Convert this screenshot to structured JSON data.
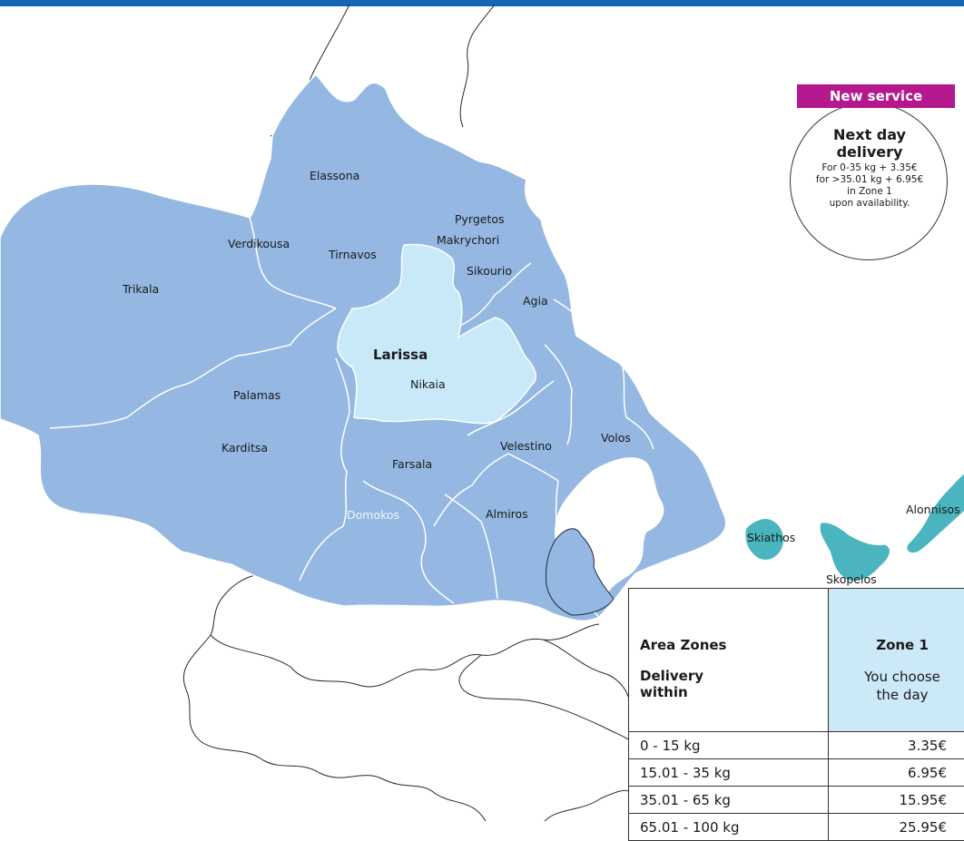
{
  "colors": {
    "header_bar": "#1565b3",
    "zone_region": "#94b8e2",
    "highlight_region": "#c9e9f9",
    "islands": "#4ab5be",
    "badge": "#b5178c",
    "table_zone_header": "#cce9f7"
  },
  "map": {
    "labels": {
      "elassona": "Elassona",
      "pyrgetos": "Pyrgetos",
      "verdikousa": "Verdikousa",
      "tirnavos": "Tirnavos",
      "makrychori": "Makrychori",
      "sikourio": "Sikourio",
      "trikala": "Trikala",
      "agia": "Agia",
      "larissa": "Larissa",
      "nikaia": "Nikaia",
      "palamas": "Palamas",
      "karditsa": "Karditsa",
      "volos": "Volos",
      "velestino": "Velestino",
      "farsala": "Farsala",
      "almiros": "Almiros",
      "domokos": "Domokos",
      "alonnisos": "Alonnisos",
      "skiathos": "Skiathos",
      "skopelos": "Skopelos"
    }
  },
  "promo": {
    "badge": "New service",
    "title_line1": "Next day",
    "title_line2": "delivery",
    "line1": "For 0-35 kg + 3.35€",
    "line2": "for >35.01 kg + 6.95€",
    "line3": "in Zone 1",
    "line4": "upon availability."
  },
  "rates": {
    "header_label": "Area Zones",
    "zone_name": "Zone 1",
    "delivery_label_1": "Delivery",
    "delivery_label_2": "within",
    "delivery_value_1": "You choose",
    "delivery_value_2": "the day",
    "rows": [
      {
        "weight": "0 - 15 kg",
        "price": "3.35€"
      },
      {
        "weight": "15.01 - 35 kg",
        "price": "6.95€"
      },
      {
        "weight": "35.01 - 65 kg",
        "price": "15.95€"
      },
      {
        "weight": "65.01 - 100 kg",
        "price": "25.95€"
      }
    ]
  }
}
